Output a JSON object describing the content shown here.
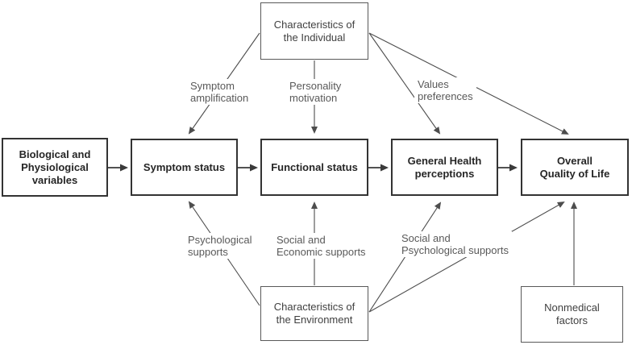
{
  "diagram": {
    "title_hint": "Wilson and Cleary style model of health-related quality of life",
    "colors": {
      "background": "#ffffff",
      "main_box_border": "#333333",
      "outer_box_border": "#595959",
      "line": "#4d4d4d",
      "main_text": "#262626",
      "outer_text": "#404040",
      "label_text": "#595959"
    },
    "boxes": {
      "individual": {
        "text": "Characteristics of\nthe Individual"
      },
      "biological": {
        "text": "Biological and\nPhysiological\nvariables"
      },
      "symptom": {
        "text": "Symptom status"
      },
      "functional": {
        "text": "Functional status"
      },
      "general_health": {
        "text": "General Health\nperceptions"
      },
      "overall_qol": {
        "text": "Overall\nQuality of Life"
      },
      "environment": {
        "text": "Characteristics of\nthe Environment"
      },
      "nonmedical": {
        "text": "Nonmedical\nfactors"
      }
    },
    "labels": {
      "symptom_amplification": {
        "text": "Symptom\namplification"
      },
      "personality_motivation": {
        "text": "Personality\nmotivation"
      },
      "values_preferences": {
        "text": "Values\npreferences"
      },
      "psychological_supports": {
        "text": "Psychological\nsupports"
      },
      "social_economic": {
        "text": "Social and\nEconomic supports"
      },
      "social_psychological": {
        "text": "Social and\nPsychological supports"
      }
    }
  }
}
